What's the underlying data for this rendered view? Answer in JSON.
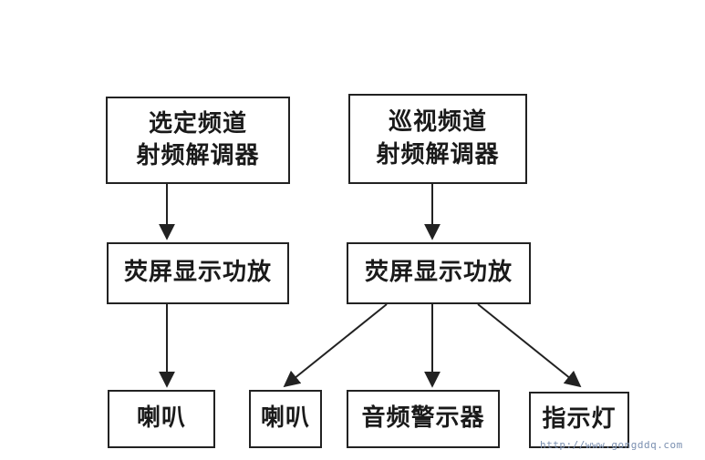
{
  "boxes": {
    "left_demod": {
      "line1": "选定频道",
      "line2": "射频解调器"
    },
    "right_demod": {
      "line1": "巡视频道",
      "line2": "射频解调器"
    },
    "left_amp": {
      "label": "荧屏显示功放"
    },
    "right_amp": {
      "label": "荧屏显示功放"
    },
    "left_speaker": {
      "label": "喇叭"
    },
    "right_speaker": {
      "label": "喇叭"
    },
    "audio_alarm": {
      "label": "音频警示器"
    },
    "indicator": {
      "label": "指示灯"
    }
  },
  "connections": [
    {
      "from": "left_demod",
      "to": "left_amp"
    },
    {
      "from": "left_amp",
      "to": "left_speaker"
    },
    {
      "from": "right_demod",
      "to": "right_amp"
    },
    {
      "from": "right_amp",
      "to": "right_speaker"
    },
    {
      "from": "right_amp",
      "to": "audio_alarm"
    },
    {
      "from": "right_amp",
      "to": "indicator"
    }
  ],
  "watermark": "http://www.gongddq.com"
}
